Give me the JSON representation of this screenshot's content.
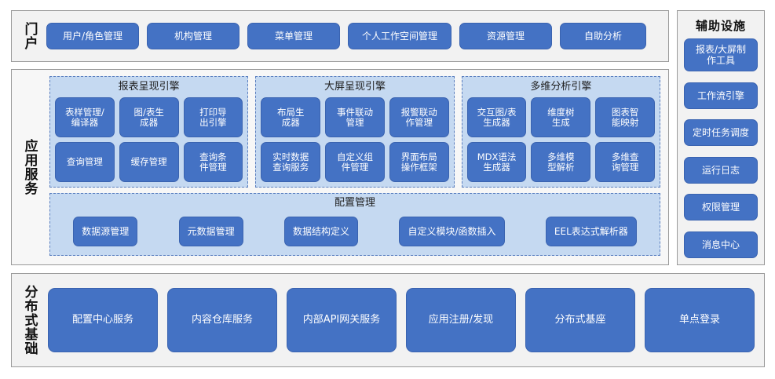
{
  "portal": {
    "label": "门户",
    "items": [
      "用户/角色管理",
      "机构管理",
      "菜单管理",
      "个人工作空间管理",
      "资源管理",
      "自助分析"
    ]
  },
  "app_services": {
    "label": "应用服务",
    "engines": [
      {
        "title": "报表呈现引擎",
        "items": [
          "表样管理/\n编译器",
          "图/表生\n成器",
          "打印导\n出引擎",
          "查询管理",
          "缓存管理",
          "查询条\n件管理"
        ]
      },
      {
        "title": "大屏呈现引擎",
        "items": [
          "布局生\n成器",
          "事件联动\n管理",
          "报警联动\n作管理",
          "实时数据\n查询服务",
          "自定义组\n件管理",
          "界面布局\n操作框架"
        ]
      },
      {
        "title": "多维分析引擎",
        "items": [
          "交互图/表\n生成器",
          "维度树\n生成",
          "图表智\n能映射",
          "MDX语法\n生成器",
          "多维模\n型解析",
          "多维查\n询管理"
        ]
      }
    ],
    "config": {
      "title": "配置管理",
      "items": [
        "数据源管理",
        "元数据管理",
        "数据结构定义",
        "自定义模块/函数插入",
        "EEL表达式解析器"
      ]
    }
  },
  "aux": {
    "title": "辅助设施",
    "items": [
      "报表/大屏制\n作工具",
      "工作流引擎",
      "定时任务调度",
      "运行日志",
      "权限管理",
      "消息中心"
    ]
  },
  "base": {
    "label": "分布式基础",
    "items": [
      "配置中心服务",
      "内容仓库服务",
      "内部API网关服务",
      "应用注册/发现",
      "分布式基座",
      "单点登录"
    ]
  },
  "colors": {
    "tile": "#4472C4",
    "tile_border": "#3A63B0",
    "panel": "#C5D9F1",
    "panel_border": "#5B7FBF",
    "band": "#F2F2F2",
    "band_border": "#9A9A9A",
    "text_on_tile": "#FFFFFF",
    "text_dark": "#111111"
  }
}
